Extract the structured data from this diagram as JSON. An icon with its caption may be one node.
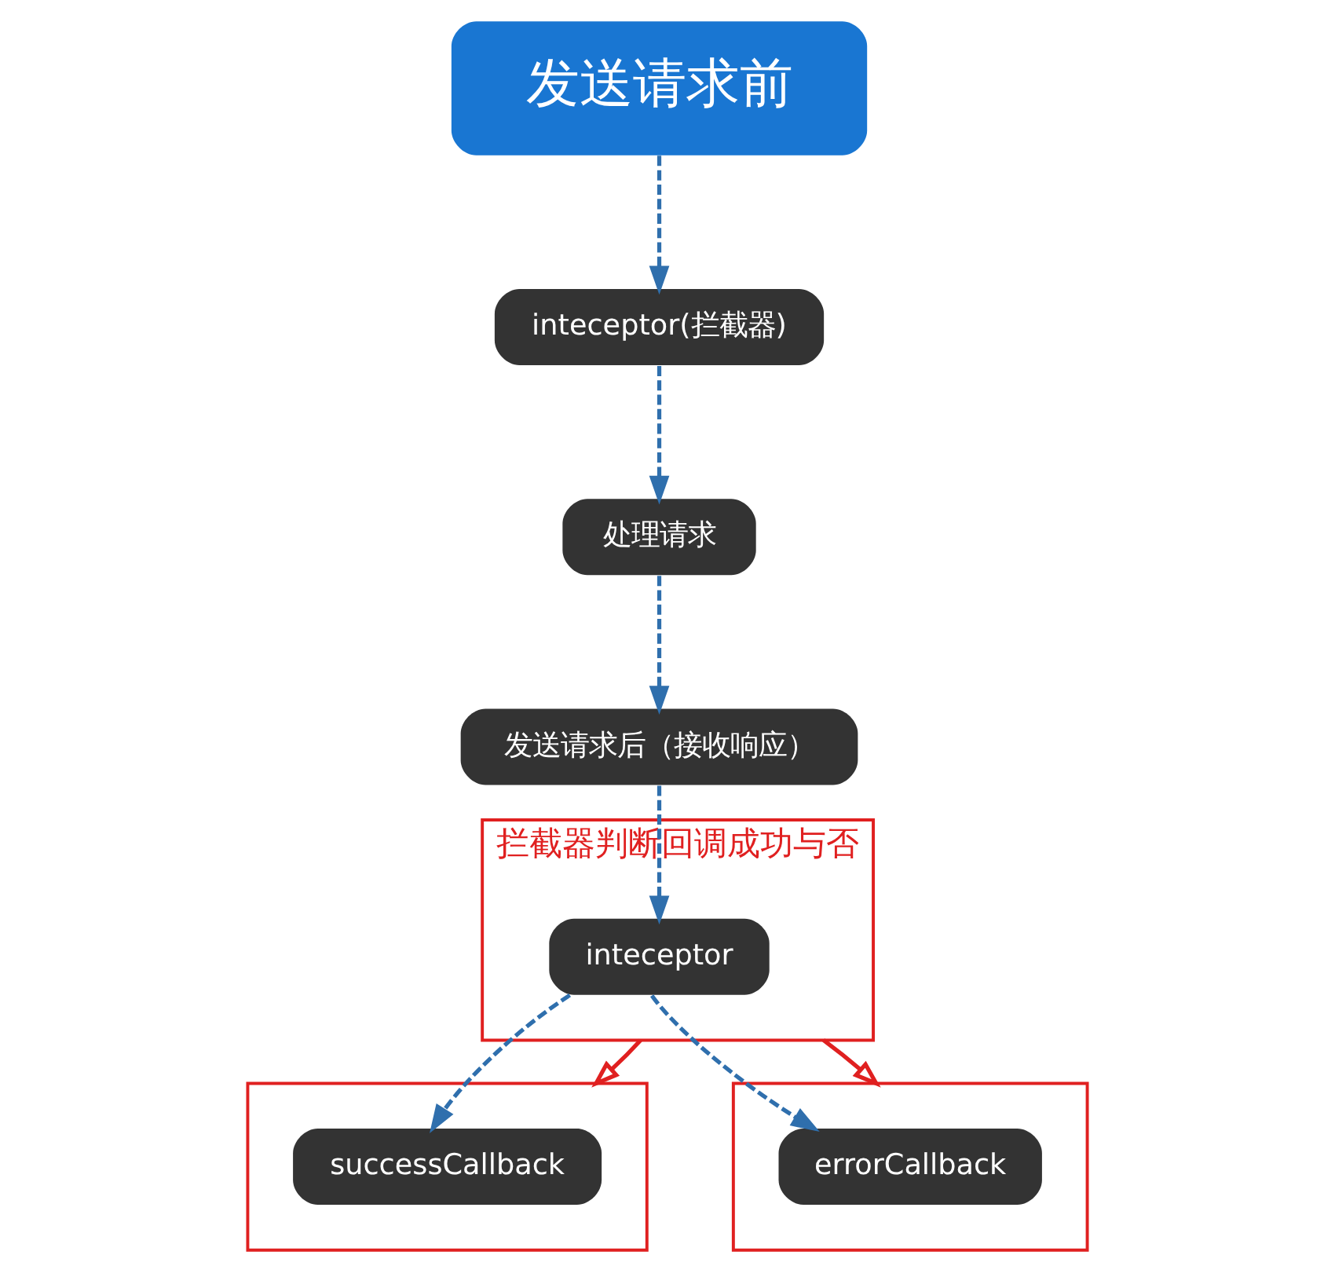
{
  "diagram": {
    "nodes": [
      {
        "text": [
          "发送请求前"
        ]
      },
      {
        "text": [
          "inteceptor(拦截器)"
        ]
      },
      {
        "text": [
          "处理请求"
        ]
      },
      {
        "text": [
          "发送请求后（接收响应）"
        ]
      },
      {
        "text": [
          "拦截器判断回调成功与否"
        ]
      },
      {
        "text": [
          "inteceptor"
        ],
        "in": 4
      },
      {
        "text": [],
        "shape": "box"
      },
      {
        "text": [
          "successCallback"
        ],
        "in": 6
      },
      {
        "text": [],
        "shape": "box"
      },
      {
        "text": [
          "errorCallback"
        ],
        "in": 8
      }
    ],
    "edges": [
      {
        "from": 0,
        "to": 1,
        "arrow": "to",
        "style": "dashed"
      },
      {
        "from": 1,
        "to": 2,
        "arrow": "to",
        "style": "dashed"
      },
      {
        "from": 2,
        "to": 3,
        "arrow": "to",
        "style": "dashed"
      },
      {
        "from": 3,
        "to": 5,
        "arrow": "to",
        "style": "dashed"
      },
      {
        "from": 5,
        "to": 7,
        "arrow": "to",
        "style": "dashed"
      },
      {
        "from": 5,
        "to": 9,
        "arrow": "to",
        "style": "dashed"
      },
      {
        "from": 4,
        "to": 6,
        "arrow": "to",
        "color": "#e02020"
      },
      {
        "from": 4,
        "to": 8,
        "arrow": "to",
        "color": "#e02020"
      }
    ]
  }
}
